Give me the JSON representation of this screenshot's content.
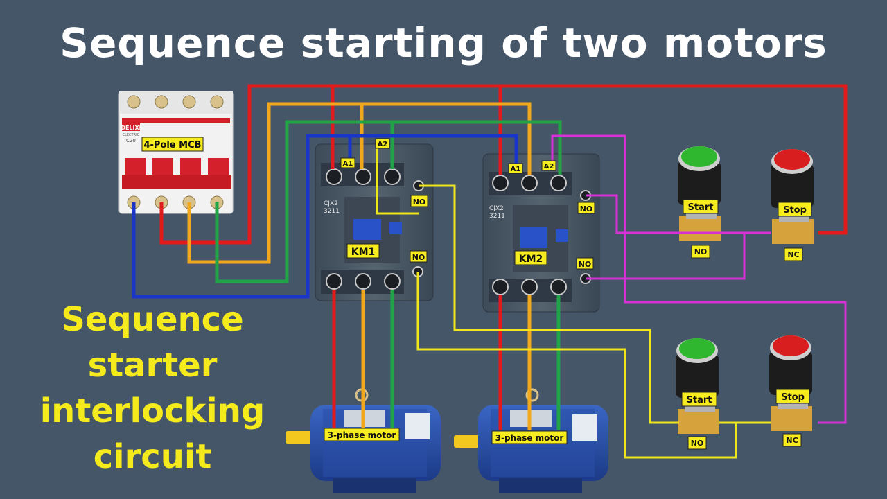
{
  "title": "Sequence starting of two motors",
  "subtitle": [
    "Sequence",
    "starter",
    "interlocking",
    "circuit"
  ],
  "mcb": {
    "label": "4-Pole MCB",
    "brand": "DELIXI",
    "brand_sub": "ELECTRIC",
    "rating": "C20"
  },
  "contactors": [
    {
      "label": "KM1",
      "model": "CJX2",
      "model_no": "3211"
    },
    {
      "label": "KM2",
      "model": "CJX2",
      "model_no": "3211"
    }
  ],
  "coil_terminals": [
    "A1",
    "A2"
  ],
  "aux_label": "NO",
  "motors": [
    {
      "label": "3-phase motor"
    },
    {
      "label": "3-phase motor"
    }
  ],
  "buttons": [
    {
      "label": "Start",
      "contact": "NO",
      "color": "#2fb82f"
    },
    {
      "label": "Stop",
      "contact": "NC",
      "color": "#d81e1e"
    },
    {
      "label": "Start",
      "contact": "NO",
      "color": "#2fb82f"
    },
    {
      "label": "Stop",
      "contact": "NC",
      "color": "#d81e1e"
    }
  ],
  "wire_colors": {
    "L1": "#e11b1b",
    "L2": "#f2a81d",
    "L3": "#21a448",
    "N": "#1a36c9",
    "control": "#d631d6",
    "aux": "#f0e61a"
  }
}
